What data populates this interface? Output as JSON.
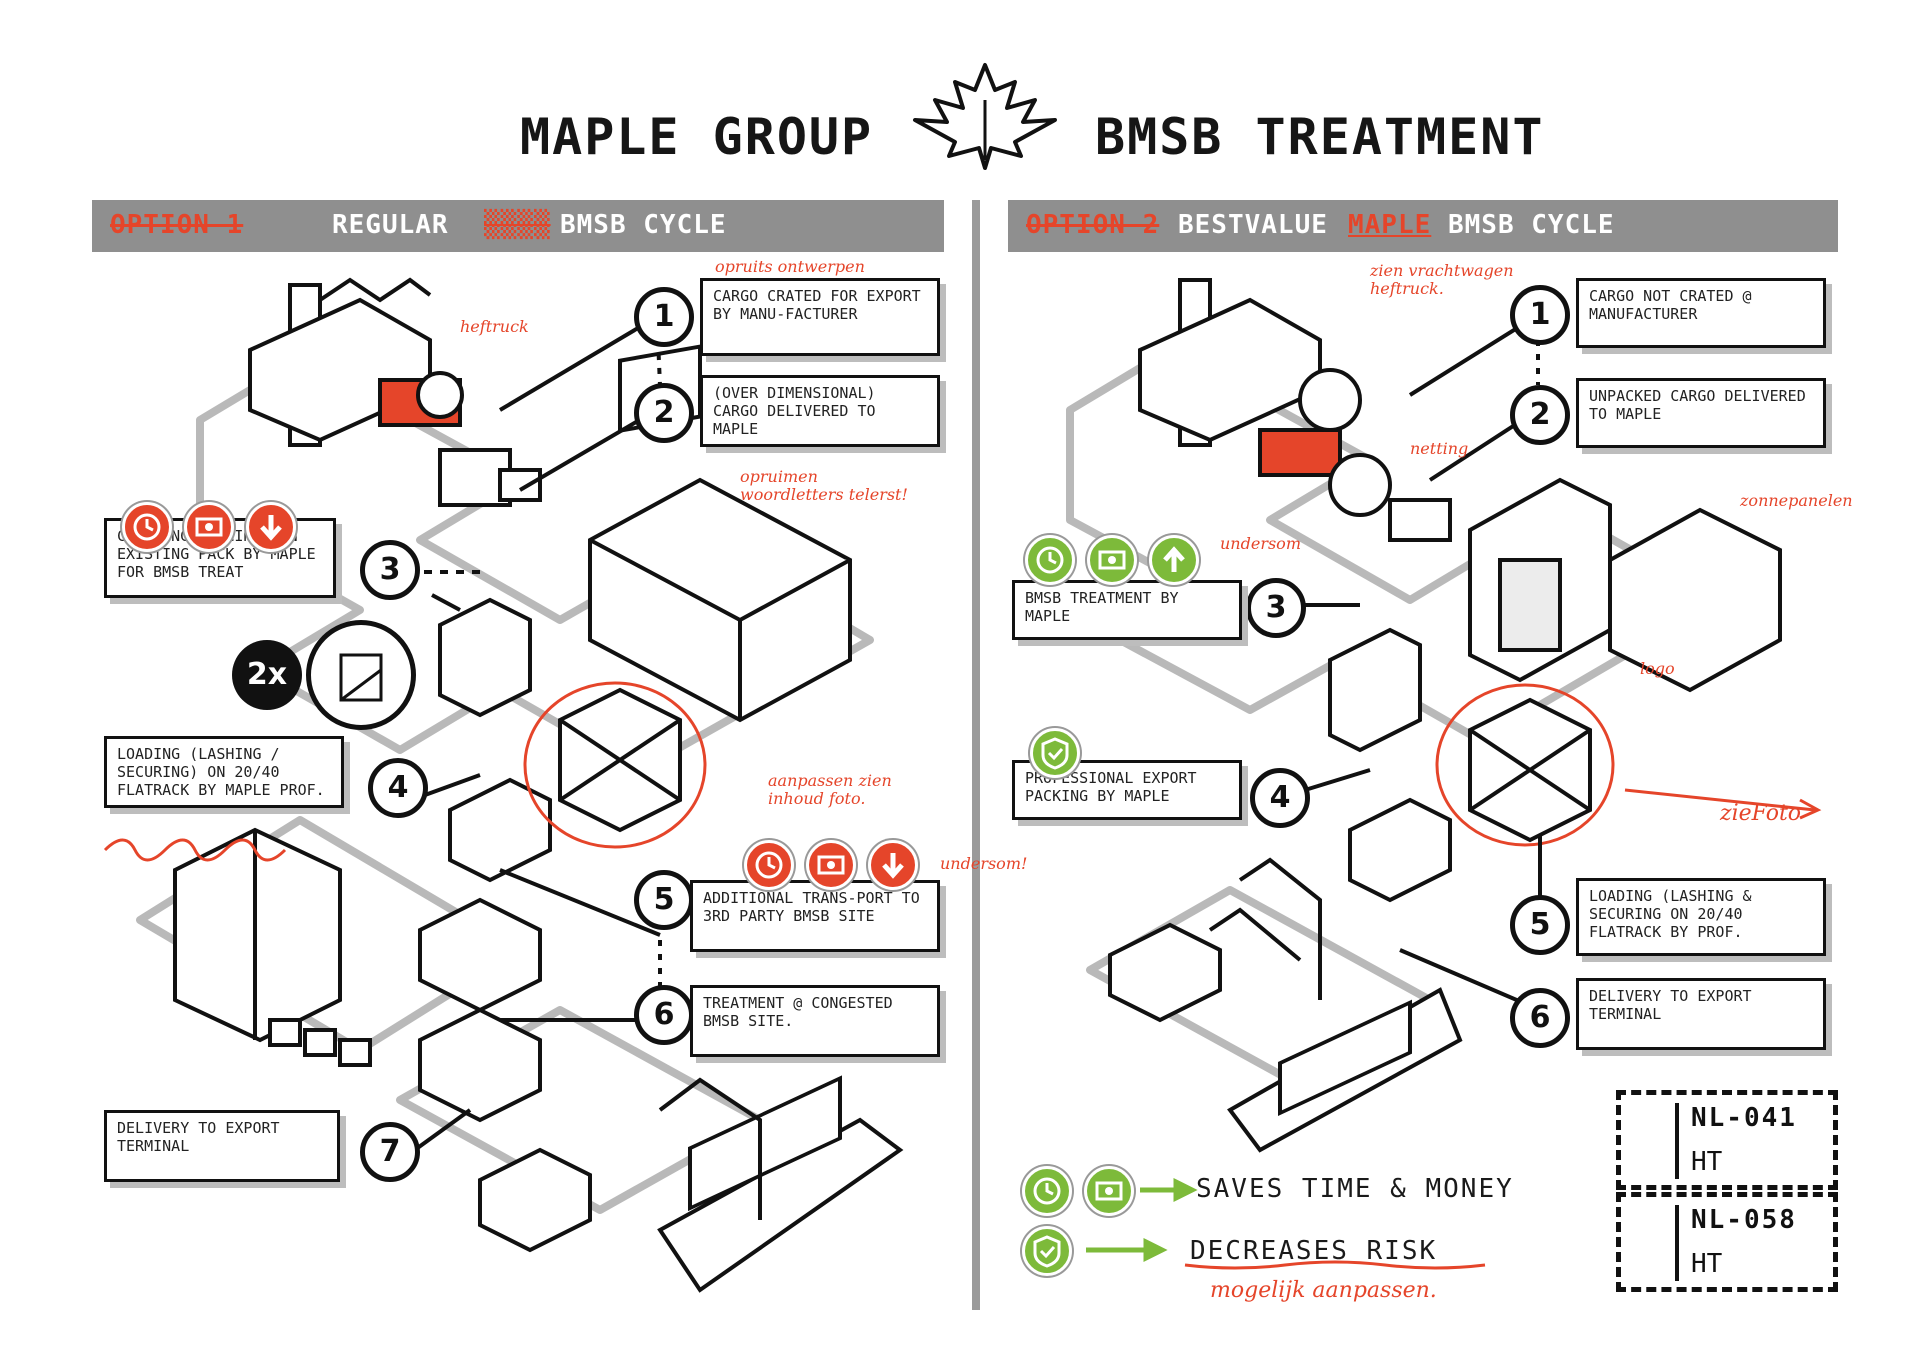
{
  "title": {
    "left": "MAPLE GROUP",
    "right": "BMSB TREATMENT"
  },
  "option1": {
    "banner_strike": "OPTION 1",
    "banner_text_a": "REGULAR",
    "banner_text_b": "BMSB CYCLE",
    "steps": [
      {
        "num": "1",
        "text": "CARGO CRATED FOR EXPORT BY MANU-FACTURER"
      },
      {
        "num": "2",
        "text": "(OVER DIMENSIONAL) CARGO DELIVERED TO MAPLE"
      },
      {
        "num": "3",
        "text": "CREATING OPENINGS IN EXISTING PACK BY MAPLE FOR BMSB TREAT"
      },
      {
        "num": "4",
        "text": "LOADING (LASHING / SECURING) ON 20/40 FLATRACK BY MAPLE PROF."
      },
      {
        "num": "5",
        "text": "ADDITIONAL TRANS-PORT TO 3RD PARTY BMSB SITE"
      },
      {
        "num": "6",
        "text": "TREATMENT @ CONGESTED BMSB SITE."
      },
      {
        "num": "7",
        "text": "DELIVERY TO EXPORT TERMINAL"
      }
    ],
    "badge": "2x",
    "notes": {
      "n1": "opruits ontwerpen",
      "n2": "heftruck",
      "n3": "opruimen woordletters telerst!",
      "n4": "aanpassen zien inhoud foto.",
      "n5": "undersom!"
    }
  },
  "option2": {
    "banner_strike": "OPTION 2",
    "banner_text_a": "BESTVALUE",
    "banner_text_maple": "MAPLE",
    "banner_text_b": "BMSB CYCLE",
    "steps": [
      {
        "num": "1",
        "text": "CARGO NOT CRATED @ MANUFACTURER"
      },
      {
        "num": "2",
        "text": "UNPACKED CARGO DELIVERED TO MAPLE"
      },
      {
        "num": "3",
        "text": "BMSB TREATMENT BY MAPLE"
      },
      {
        "num": "4",
        "text": "PROFESSIONAL EXPORT PACKING BY MAPLE"
      },
      {
        "num": "5",
        "text": "LOADING (LASHING & SECURING ON 20/40 FLATRACK BY PROF."
      },
      {
        "num": "6",
        "text": "DELIVERY TO EXPORT TERMINAL"
      }
    ],
    "notes": {
      "n1": "zien vrachtwagen heftruck.",
      "n2": "netting",
      "n3": "zonnepanelen",
      "n4": "undersom",
      "n5": "logo",
      "n6": "zieFoto"
    }
  },
  "legend": {
    "saves": "SAVES TIME & MONEY",
    "decreases": "DECREASES RISK",
    "note": "mogelijk aanpassen."
  },
  "tags": [
    {
      "code": "NL-041",
      "ht": "HT"
    },
    {
      "code": "NL-058",
      "ht": "HT"
    }
  ],
  "colors": {
    "accent_red": "#e5452a",
    "accent_green": "#7dba3a",
    "banner_grey": "#8f8f8f",
    "ink": "#111111"
  },
  "icons": [
    "clock-icon",
    "money-icon",
    "arrow-down-icon",
    "arrow-up-icon",
    "shield-check-icon",
    "maple-leaf-icon"
  ]
}
